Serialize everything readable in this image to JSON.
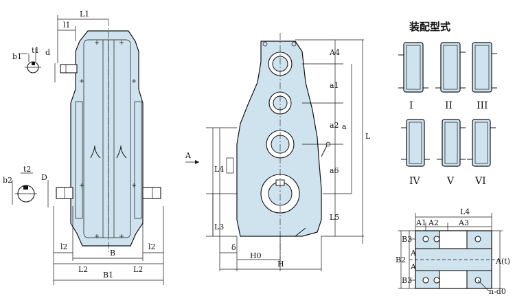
{
  "front_view": {
    "labels": {
      "L1": "L1",
      "l1": "l1",
      "b1": "b1",
      "t1": "t1",
      "d": "d",
      "b2": "b2",
      "t2": "t2",
      "D": "D",
      "l2_left": "l2",
      "l2_right": "l2",
      "L2_left": "L2",
      "L2_right": "L2",
      "B": "B",
      "B1": "B1"
    }
  },
  "side_view": {
    "labels": {
      "A4": "A4",
      "a1": "a1",
      "a2": "a2",
      "a": "a",
      "a6": "a6",
      "L5": "L5",
      "L": "L",
      "A": "A",
      "L4": "L4",
      "L3": "L3",
      "delta": "δ",
      "H0": "H0",
      "H": "H"
    }
  },
  "assembly": {
    "title": "装配型式",
    "types": [
      "I",
      "II",
      "III",
      "IV",
      "V",
      "VI"
    ]
  },
  "base_plan": {
    "labels": {
      "L4": "L4",
      "A1": "A1",
      "A2": "A2",
      "A3": "A3",
      "B3_top": "B3",
      "B2": "B2",
      "B3_bottom": "B3",
      "A_top": "A",
      "A_bottom": "A",
      "A_right": "A(t)",
      "n_d0": "n-d0"
    }
  }
}
